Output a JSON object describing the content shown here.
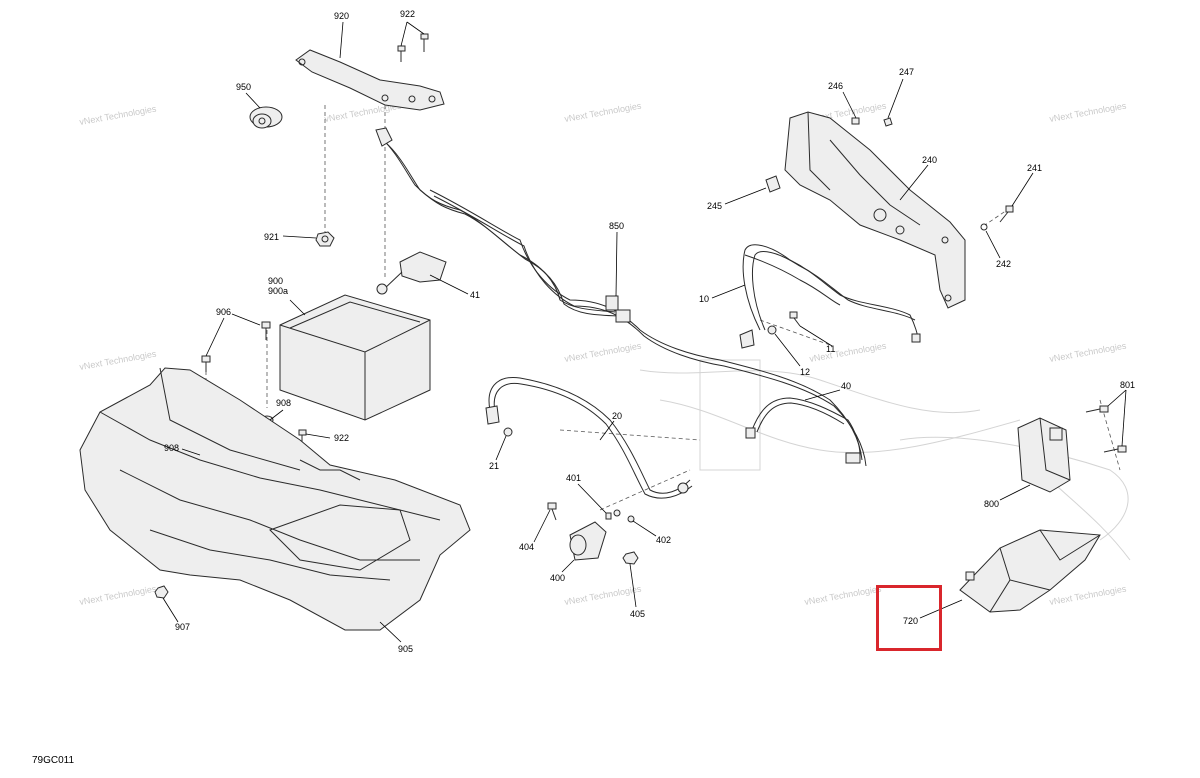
{
  "diagram": {
    "drawing_code": "79GC011",
    "watermark_text": "vNext Technologies",
    "highlight_color": "#d9262c",
    "highlighted_part": "720",
    "callouts": [
      {
        "id": "920",
        "label": "920"
      },
      {
        "id": "922a",
        "label": "922"
      },
      {
        "id": "950",
        "label": "950"
      },
      {
        "id": "921",
        "label": "921"
      },
      {
        "id": "900",
        "label": "900"
      },
      {
        "id": "900a",
        "label": "900a"
      },
      {
        "id": "41",
        "label": "41"
      },
      {
        "id": "906",
        "label": "906"
      },
      {
        "id": "908a",
        "label": "908"
      },
      {
        "id": "922b",
        "label": "922"
      },
      {
        "id": "908b",
        "label": "908"
      },
      {
        "id": "907",
        "label": "907"
      },
      {
        "id": "905",
        "label": "905"
      },
      {
        "id": "850",
        "label": "850"
      },
      {
        "id": "10",
        "label": "10"
      },
      {
        "id": "11",
        "label": "11"
      },
      {
        "id": "12",
        "label": "12"
      },
      {
        "id": "40",
        "label": "40"
      },
      {
        "id": "20",
        "label": "20"
      },
      {
        "id": "21",
        "label": "21"
      },
      {
        "id": "401",
        "label": "401"
      },
      {
        "id": "402",
        "label": "402"
      },
      {
        "id": "404",
        "label": "404"
      },
      {
        "id": "400",
        "label": "400"
      },
      {
        "id": "405",
        "label": "405"
      },
      {
        "id": "246",
        "label": "246"
      },
      {
        "id": "247",
        "label": "247"
      },
      {
        "id": "240",
        "label": "240"
      },
      {
        "id": "241",
        "label": "241"
      },
      {
        "id": "245",
        "label": "245"
      },
      {
        "id": "242",
        "label": "242"
      },
      {
        "id": "801",
        "label": "801"
      },
      {
        "id": "800",
        "label": "800"
      },
      {
        "id": "720",
        "label": "720"
      }
    ]
  }
}
